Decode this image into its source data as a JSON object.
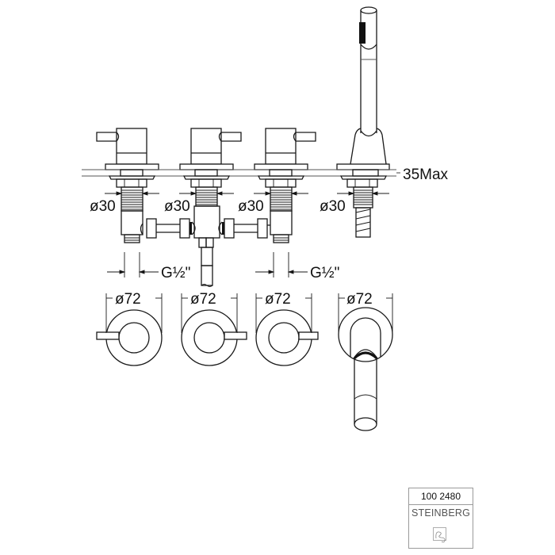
{
  "drawing": {
    "type": "technical-dimension-drawing",
    "subject": "4-hole deck-mounted bath mixer with hand shower",
    "dimensions": {
      "deck_thickness": "35Max",
      "thread_diameters": [
        "ø30",
        "ø30",
        "ø30",
        "ø30"
      ],
      "connection_left": "G½\"",
      "connection_right": "G½\"",
      "rosette_diameters": [
        "ø72",
        "ø72",
        "ø72",
        "ø72"
      ]
    }
  },
  "title_block": {
    "article_number": "100 2480",
    "brand": "STEINBERG",
    "logo_icon": "steinberg-logo-icon"
  }
}
